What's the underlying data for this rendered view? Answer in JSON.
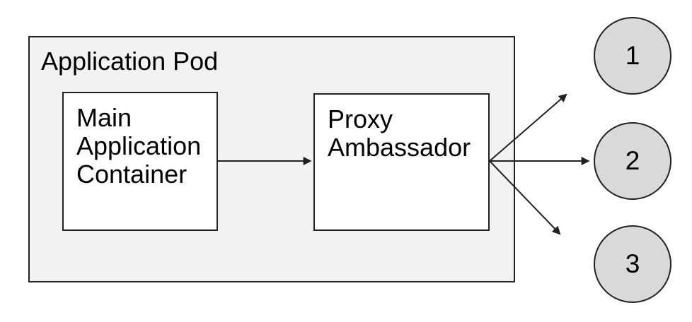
{
  "diagram": {
    "pod": {
      "label": "Application Pod"
    },
    "nodes": [
      {
        "id": "main-application-container",
        "label": "Main Application Container"
      },
      {
        "id": "proxy-ambassador",
        "label": "Proxy Ambassador"
      }
    ],
    "endpoints": [
      {
        "id": "endpoint-1",
        "label": "1"
      },
      {
        "id": "endpoint-2",
        "label": "2"
      },
      {
        "id": "endpoint-3",
        "label": "3"
      }
    ],
    "connections": [
      {
        "from": "main-application-container",
        "to": "proxy-ambassador"
      },
      {
        "from": "proxy-ambassador",
        "to": "endpoint-1"
      },
      {
        "from": "proxy-ambassador",
        "to": "endpoint-2"
      },
      {
        "from": "proxy-ambassador",
        "to": "endpoint-3"
      }
    ],
    "colors": {
      "pod_fill": "#f2f2f2",
      "node_fill": "#ffffff",
      "endpoint_fill": "#d9d9d9",
      "stroke": "#212121",
      "text": "#000000"
    }
  }
}
